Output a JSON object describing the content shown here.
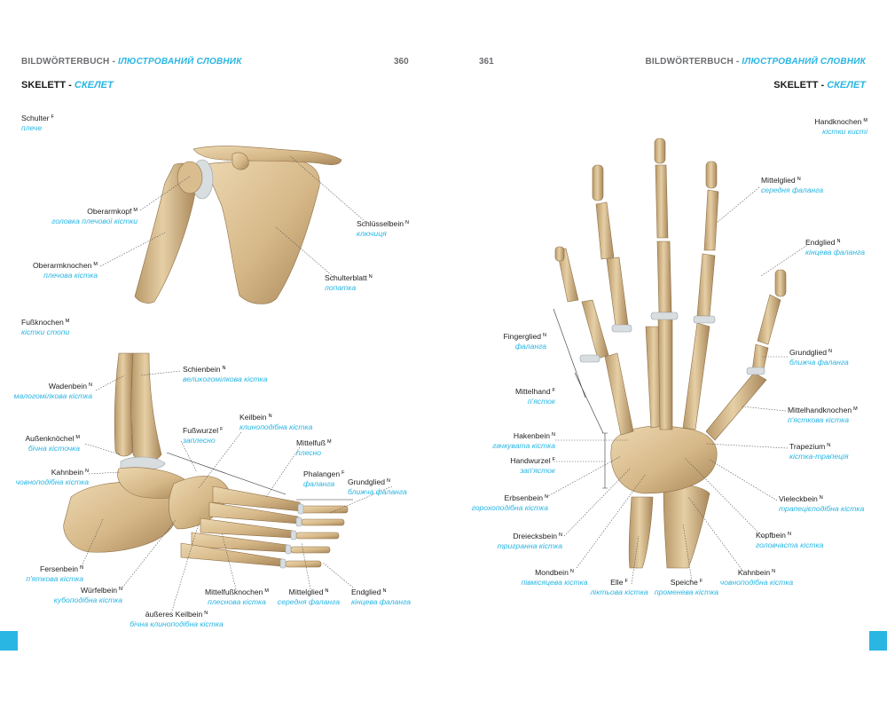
{
  "header": {
    "left": {
      "de": "BILDWÖRTERBUCH",
      "sep": " - ",
      "ua": "ІЛЮСТРОВАНИЙ СЛОВНИК",
      "page": "360"
    },
    "right": {
      "de": "BILDWÖRTERBUCH",
      "sep": " - ",
      "ua": "ІЛЮСТРОВАНИЙ СЛОВНИК",
      "page": "361"
    }
  },
  "section": {
    "de": "SKELETT",
    "sep": " - ",
    "ua": "СКЕЛЕТ"
  },
  "shoulder": {
    "title": {
      "de": "Schulter",
      "g": "F",
      "uk": "плече"
    },
    "labels": [
      {
        "de": "Oberarmkopf",
        "g": "M",
        "uk": "головка плечової кістки"
      },
      {
        "de": "Oberarmknochen",
        "g": "M",
        "uk": "плечова кістка"
      },
      {
        "de": "Schlüsselbein",
        "g": "N",
        "uk": "ключиця"
      },
      {
        "de": "Schulterblatt",
        "g": "N",
        "uk": "лопатка"
      }
    ]
  },
  "foot": {
    "title": {
      "de": "Fußknochen",
      "g": "M",
      "uk": "кістки стопи"
    },
    "labels": [
      {
        "de": "Schienbein",
        "g": "N",
        "uk": "великогомілкова кістка"
      },
      {
        "de": "Wadenbein",
        "g": "N",
        "uk": "малогомілкова кістка"
      },
      {
        "de": "Außenknöchel",
        "g": "M",
        "uk": "бічна кісточка"
      },
      {
        "de": "Kahnbein",
        "g": "N",
        "uk": "човноподібна кістка"
      },
      {
        "de": "Fußwurzel",
        "g": "F",
        "uk": "заплесно"
      },
      {
        "de": "Keilbein",
        "g": "N",
        "uk": "клиноподібна кістка"
      },
      {
        "de": "Mittelfuß",
        "g": "M",
        "uk": "плесно"
      },
      {
        "de": "Phalangen",
        "g": "F",
        "uk": "фаланга"
      },
      {
        "de": "Grundglied",
        "g": "N",
        "uk": "ближча фаланга"
      },
      {
        "de": "Fersenbein",
        "g": "N",
        "uk": "п'яткова кістка"
      },
      {
        "de": "Würfelbein",
        "g": "N",
        "uk": "кубоподібна кістка"
      },
      {
        "de": "äußeres Keilbein",
        "g": "N",
        "uk": "бічна клиноподібна кістка"
      },
      {
        "de": "Mittelfußknochen",
        "g": "M",
        "uk": "плеснова кістка"
      },
      {
        "de": "Mittelglied",
        "g": "N",
        "uk": "середня фаланга"
      },
      {
        "de": "Endglied",
        "g": "N",
        "uk": "кінцева фаланга"
      }
    ]
  },
  "hand": {
    "title": {
      "de": "Handknochen",
      "g": "M",
      "uk": "кістки кисті"
    },
    "labels": [
      {
        "de": "Mittelglied",
        "g": "N",
        "uk": "середня фаланга"
      },
      {
        "de": "Endglied",
        "g": "N",
        "uk": "кінцева фаланга"
      },
      {
        "de": "Grundglied",
        "g": "N",
        "uk": "ближча фаланга"
      },
      {
        "de": "Mittelhandknochen",
        "g": "M",
        "uk": "п'ясткова кістка"
      },
      {
        "de": "Trapezium",
        "g": "N",
        "uk": "кістка-трапеція"
      },
      {
        "de": "Vieleckbein",
        "g": "N",
        "uk": "трапецієподібна кістка"
      },
      {
        "de": "Kopfbein",
        "g": "N",
        "uk": "головчаста кістка"
      },
      {
        "de": "Kahnbein",
        "g": "N",
        "uk": "човноподібна кістка"
      },
      {
        "de": "Speiche",
        "g": "F",
        "uk": "променева кістка"
      },
      {
        "de": "Elle",
        "g": "F",
        "uk": "ліктьова кістка"
      },
      {
        "de": "Mondbein",
        "g": "N",
        "uk": "півмісяцева кістка"
      },
      {
        "de": "Dreiecksbein",
        "g": "N",
        "uk": "тригранна кістка"
      },
      {
        "de": "Erbsenbein",
        "g": "N",
        "uk": "горохоподібна кістка"
      },
      {
        "de": "Handwurzel",
        "g": "F",
        "uk": "зап'ясток"
      },
      {
        "de": "Hakenbein",
        "g": "N",
        "uk": "гачкувата кістка"
      },
      {
        "de": "Mittelhand",
        "g": "F",
        "uk": "п'ясток"
      },
      {
        "de": "Fingerglied",
        "g": "N",
        "uk": "фаланга"
      }
    ]
  },
  "colors": {
    "accent": "#29b6e3",
    "bone": "#d9bd8f",
    "bone_dark": "#a8875a",
    "cartilage": "#d8dde0"
  }
}
